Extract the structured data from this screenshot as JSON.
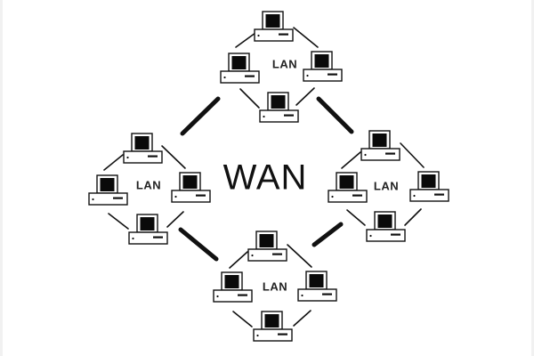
{
  "diagram": {
    "title": "WAN of LANs",
    "center_label": "WAN",
    "colors": {
      "background": "#ffffff",
      "stroke": "#111111",
      "screen": "#0a0a0a",
      "case": "#ffffff"
    },
    "networks": [
      {
        "id": "lan-top",
        "label": "LAN",
        "computers": [
          {
            "id": "top-pc-1",
            "icon": "desktop-computer-icon"
          },
          {
            "id": "top-pc-2",
            "icon": "desktop-computer-icon"
          },
          {
            "id": "top-pc-3",
            "icon": "desktop-computer-icon"
          },
          {
            "id": "top-pc-4",
            "icon": "desktop-computer-icon"
          }
        ],
        "topology": "ring"
      },
      {
        "id": "lan-left",
        "label": "LAN",
        "computers": [
          {
            "id": "left-pc-1",
            "icon": "desktop-computer-icon"
          },
          {
            "id": "left-pc-2",
            "icon": "desktop-computer-icon"
          },
          {
            "id": "left-pc-3",
            "icon": "desktop-computer-icon"
          },
          {
            "id": "left-pc-4",
            "icon": "desktop-computer-icon"
          }
        ],
        "topology": "ring"
      },
      {
        "id": "lan-right",
        "label": "LAN",
        "computers": [
          {
            "id": "right-pc-1",
            "icon": "desktop-computer-icon"
          },
          {
            "id": "right-pc-2",
            "icon": "desktop-computer-icon"
          },
          {
            "id": "right-pc-3",
            "icon": "desktop-computer-icon"
          },
          {
            "id": "right-pc-4",
            "icon": "desktop-computer-icon"
          }
        ],
        "topology": "ring"
      },
      {
        "id": "lan-bottom",
        "label": "LAN",
        "computers": [
          {
            "id": "bottom-pc-1",
            "icon": "desktop-computer-icon"
          },
          {
            "id": "bottom-pc-2",
            "icon": "desktop-computer-icon"
          },
          {
            "id": "bottom-pc-3",
            "icon": "desktop-computer-icon"
          },
          {
            "id": "bottom-pc-4",
            "icon": "desktop-computer-icon"
          }
        ],
        "topology": "ring"
      }
    ],
    "wan_links": [
      {
        "from": "lan-top",
        "to": "lan-left"
      },
      {
        "from": "lan-top",
        "to": "lan-right"
      },
      {
        "from": "lan-left",
        "to": "lan-bottom"
      },
      {
        "from": "lan-right",
        "to": "lan-bottom"
      }
    ]
  }
}
